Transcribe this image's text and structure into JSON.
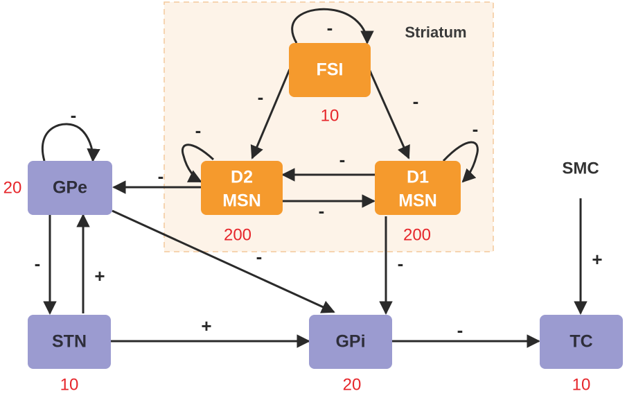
{
  "regions": {
    "striatum": "Striatum"
  },
  "nodes": {
    "fsi": {
      "label": [
        "FSI"
      ],
      "count": "10",
      "color": "#f59a2d"
    },
    "d2": {
      "label": [
        "D2",
        "MSN"
      ],
      "count": "200",
      "color": "#f59a2d"
    },
    "d1": {
      "label": [
        "D1",
        "MSN"
      ],
      "count": "200",
      "color": "#f59a2d"
    },
    "gpe": {
      "label": [
        "GPe"
      ],
      "count": "20",
      "color": "#9b9bd0"
    },
    "stn": {
      "label": [
        "STN"
      ],
      "count": "10",
      "color": "#9b9bd0"
    },
    "gpi": {
      "label": [
        "GPi"
      ],
      "count": "20",
      "color": "#9b9bd0"
    },
    "tc": {
      "label": [
        "TC"
      ],
      "count": "10",
      "color": "#9b9bd0"
    }
  },
  "external": {
    "smc": "SMC"
  },
  "edges": {
    "fsi_self": "-",
    "fsi_d2": "-",
    "fsi_d1": "-",
    "d2_self": "-",
    "d1_self": "-",
    "d1_d2": "-",
    "d2_d1": "-",
    "d2_gpe": "-",
    "gpe_self": "-",
    "gpe_stn": "-",
    "stn_gpe": "+",
    "gpe_gpi": "-",
    "d1_gpi": "-",
    "stn_gpi": "+",
    "gpi_tc": "-",
    "smc_tc": "+"
  }
}
